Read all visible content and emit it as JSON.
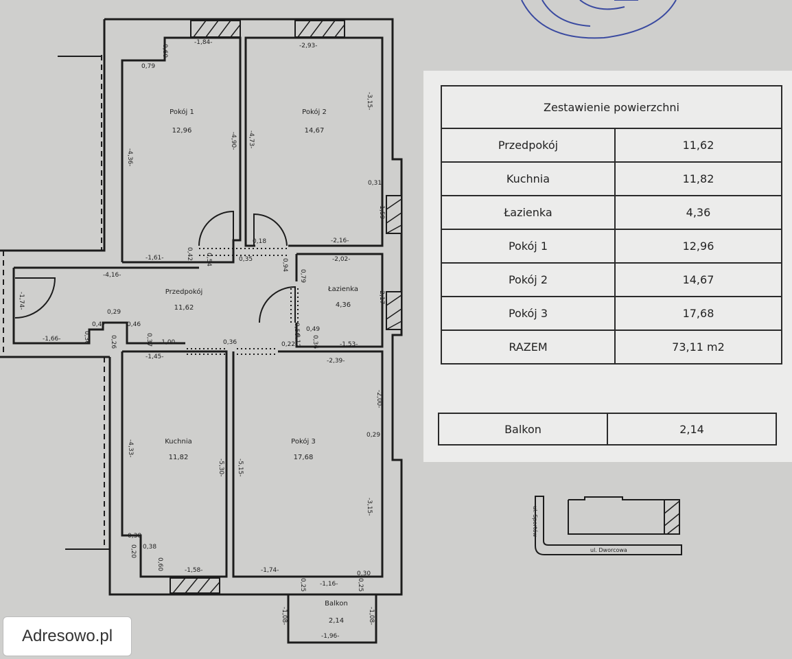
{
  "plan": {
    "rooms": [
      {
        "name": "Pokój 1",
        "area": "12,96"
      },
      {
        "name": "Pokój 2",
        "area": "14,67"
      },
      {
        "name": "Przedpokój",
        "area": "11,62"
      },
      {
        "name": "Łazienka",
        "area": "4,36"
      },
      {
        "name": "Kuchnia",
        "area": "11,82"
      },
      {
        "name": "Pokój 3",
        "area": "17,68"
      },
      {
        "name": "Balkon",
        "area": "2,14"
      }
    ],
    "dims": [
      "-1,84-",
      "0,60",
      "0,79",
      "-4,36-",
      "-4,90-",
      "-1,61-",
      "0,42",
      "0,54",
      "-2,93-",
      "-3,15-",
      "-4,73-",
      "0,31",
      "-1,59-",
      "-2,16-",
      "0,18",
      "0,35",
      "-4,16-",
      "-1,74-",
      "0,94",
      "-2,02-",
      "0,79",
      "-2,17-",
      "0,29",
      "0,47",
      "0,46",
      "-1,66-",
      "0,36",
      "0,26",
      "0,37",
      "-1,00-",
      "0,36",
      "0,22",
      "0,12",
      "0,50",
      "0,49",
      "0,36",
      "-1,53-",
      "-1,45-",
      "-2,39-",
      "-2,00-",
      "0,29",
      "-4,33-",
      "-5,30-",
      "-5,15-",
      "-3,15-",
      "0,38",
      "0,20",
      "0,38",
      "0,60",
      "-1,58-",
      "-1,74-",
      "-1,16-",
      "0,30",
      "0,25",
      "0,25",
      "-1,08-",
      "-1,08-",
      "-1,96-"
    ]
  },
  "summary": {
    "title": "Zestawienie powierzchni",
    "rows": [
      {
        "name": "Przedpokój",
        "value": "11,62"
      },
      {
        "name": "Kuchnia",
        "value": "11,82"
      },
      {
        "name": "Łazienka",
        "value": "4,36"
      },
      {
        "name": "Pokój 1",
        "value": "12,96"
      },
      {
        "name": "Pokój 2",
        "value": "14,67"
      },
      {
        "name": "Pokój 3",
        "value": "17,68"
      },
      {
        "name": "RAZEM",
        "value": "73,11 m2"
      }
    ],
    "balcony": {
      "name": "Balkon",
      "value": "2,14"
    }
  },
  "location": {
    "street1": "ul. Sportów",
    "street2": "ul. Dworcowa"
  },
  "watermark": "Adresowo.pl",
  "colors": {
    "wall": "#1c1c1c",
    "paper": "#cfcfcd",
    "panel": "#ececeb",
    "stamp": "#3a4aa0"
  }
}
